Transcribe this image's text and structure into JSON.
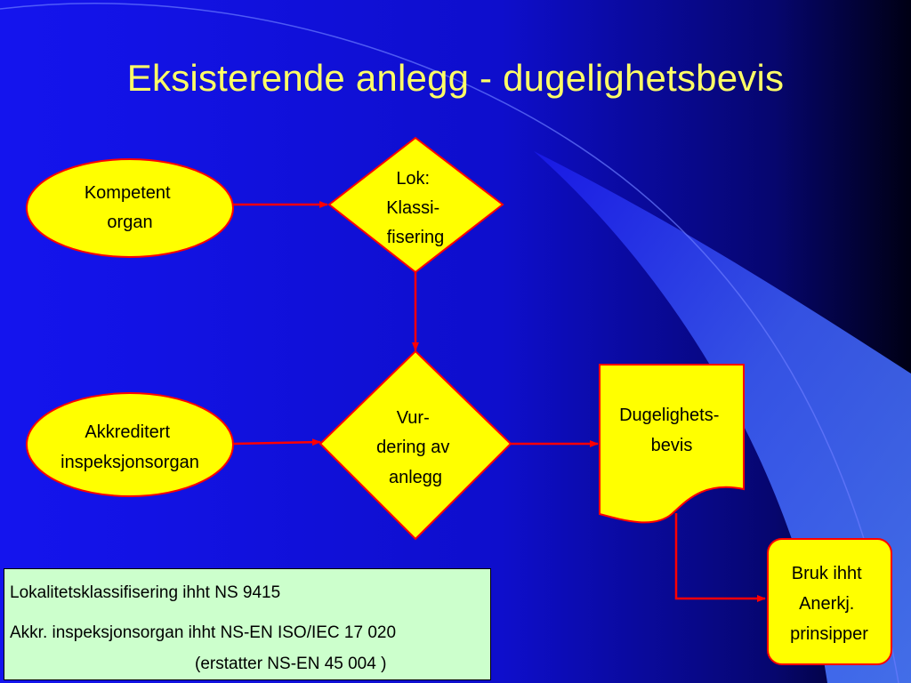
{
  "title": "Eksisterende anlegg  -  dugelighetsbevis",
  "colors": {
    "background": "#1010E0",
    "title": "#FFFF66",
    "shape_fill": "#FFFF00",
    "shape_stroke": "#FF0000",
    "arrow": "#FF0000",
    "info_fill": "#CCFFCC"
  },
  "nodes": {
    "kompetent": {
      "lines": [
        "Kompetent",
        "organ"
      ]
    },
    "klassifisering": {
      "lines": [
        "Lok:",
        "Klassi-",
        "fisering"
      ]
    },
    "akkreditert": {
      "lines": [
        "Akkreditert",
        "inspeksjonsorgan"
      ]
    },
    "vurdering": {
      "lines": [
        "Vur-",
        "dering av",
        "anlegg"
      ]
    },
    "dugelighetsbevis": {
      "lines": [
        "Dugelighets-",
        "bevis"
      ]
    },
    "bruk": {
      "lines": [
        "Bruk ihht",
        "Anerkj.",
        "prinsipper"
      ]
    }
  },
  "info": {
    "line1": "Lokalitetsklassifisering ihht NS 9415",
    "line2": "Akkr. inspeksjonsorgan ihht NS-EN ISO/IEC 17 020",
    "line3": "(erstatter  NS-EN 45 004 )"
  }
}
